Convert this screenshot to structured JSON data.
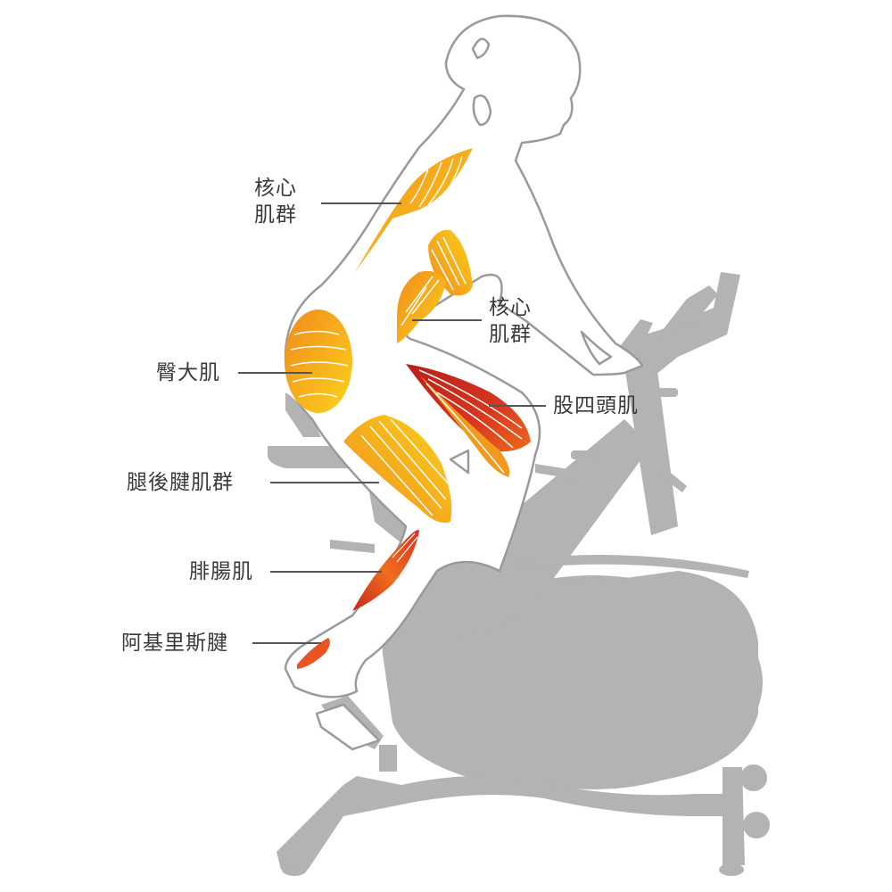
{
  "diagram": {
    "subject": "cyclist on spin bike muscle map",
    "colors": {
      "bike": "#b3b3b3",
      "outline": "#9a9a9a",
      "leader_line": "#555555",
      "label_text": "#3a3a3a",
      "muscle_yellow": "#f9c41a",
      "muscle_orange": "#f29a1e",
      "muscle_red": "#d83a1f",
      "muscle_deep_red": "#c52a1b"
    },
    "labels": [
      {
        "id": "core-upper",
        "line1": "核心",
        "line2": "肌群"
      },
      {
        "id": "core-lower",
        "line1": "核心",
        "line2": "肌群"
      },
      {
        "id": "gluteus",
        "text": "臀大肌"
      },
      {
        "id": "quadriceps",
        "text": "股四頭肌"
      },
      {
        "id": "hamstrings",
        "text": "腿後腱肌群"
      },
      {
        "id": "calf",
        "text": "腓腸肌"
      },
      {
        "id": "achilles",
        "text": "阿基里斯腱"
      }
    ]
  }
}
